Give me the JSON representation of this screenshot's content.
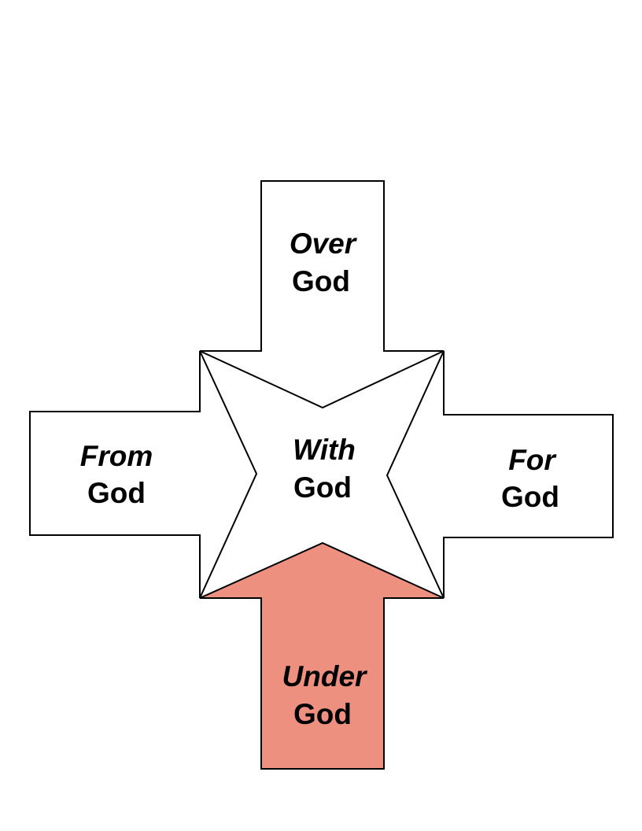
{
  "diagram": {
    "center": {
      "line1": "With",
      "line2": "God"
    },
    "top": {
      "line1": "Over",
      "line2": "God"
    },
    "left": {
      "line1": "From",
      "line2": "God"
    },
    "right": {
      "line1": "For",
      "line2": "God"
    },
    "bottom": {
      "line1": "Under",
      "line2": "God"
    },
    "highlight_color": "#EE9080",
    "stroke_color": "#000000"
  }
}
